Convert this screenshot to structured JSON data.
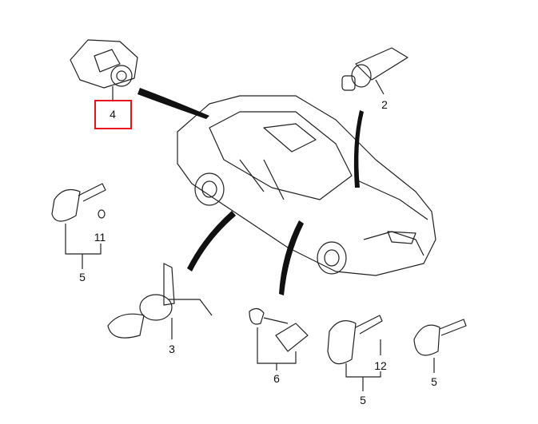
{
  "callouts": {
    "door_lock_cylinder": "4",
    "ignition_lock": "2",
    "key_ring": "11",
    "key_left": "5",
    "trunk_lock": "3",
    "glove_box_lock": "6",
    "screw": "12",
    "remote_key": "5",
    "blank_key": "5"
  },
  "highlight_color": "#e8121c"
}
